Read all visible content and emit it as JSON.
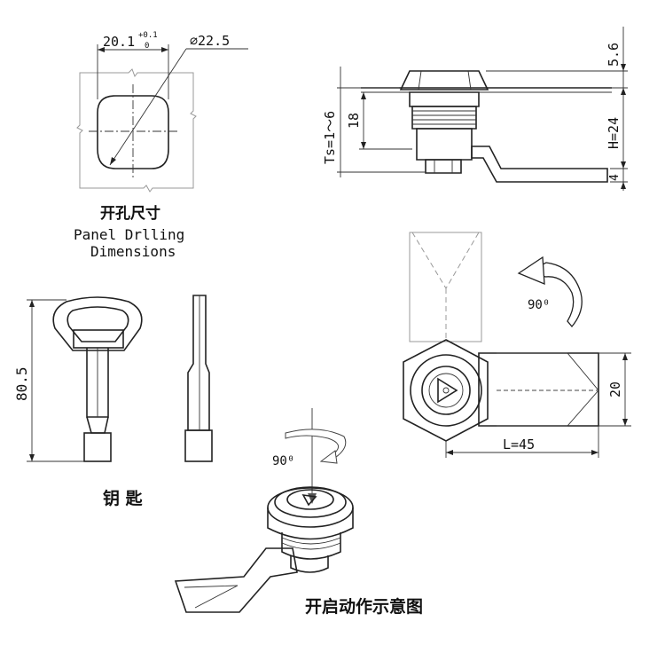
{
  "drilling": {
    "dim_width": "20.1",
    "dim_tol_upper": "+0.1",
    "dim_tol_lower": "0",
    "dim_diameter": "∅22.5",
    "title_cn": "开孔尺寸",
    "title_en_1": "Panel Drlling",
    "title_en_2": "Dimensions"
  },
  "side_view": {
    "dim_top": "5.6",
    "dim_ts": "Ts=1～6",
    "dim_18": "18",
    "dim_h": "H=24",
    "dim_4": "4"
  },
  "key": {
    "dim_length": "80.5",
    "label": "钥 匙"
  },
  "front_view": {
    "rotation": "90⁰",
    "dim_width": "20",
    "dim_length": "L=45"
  },
  "operation": {
    "rotation": "90⁰",
    "label": "开启动作示意图"
  }
}
